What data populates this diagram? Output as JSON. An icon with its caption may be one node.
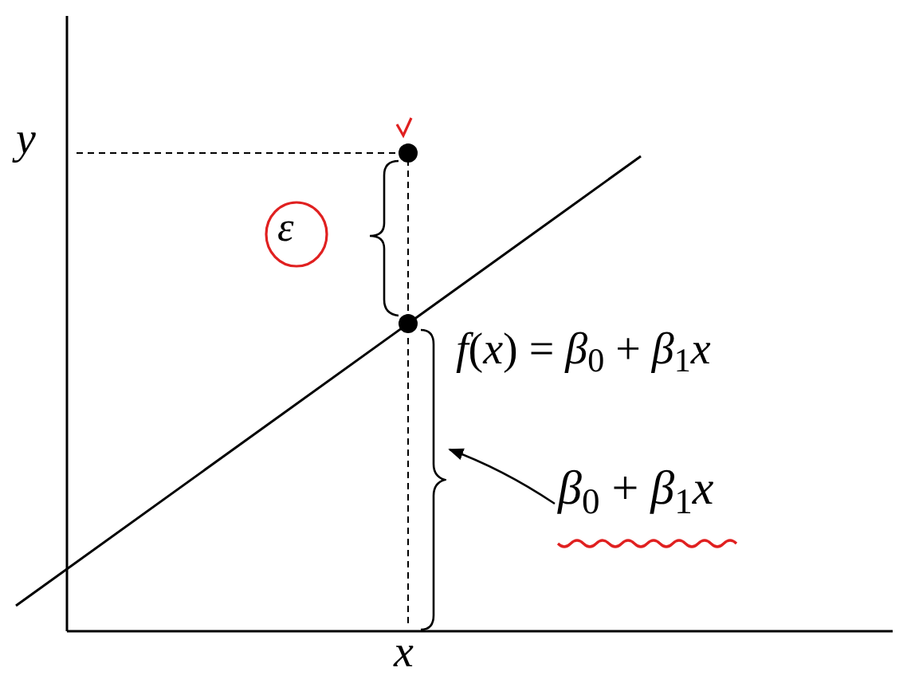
{
  "diagram": {
    "nodes": [
      {
        "text": [
          "*β*$_{0}$ + *β*$_{1}$*x*"
        ]
      },
      {
        "text": [],
        "shape": "brace"
      }
    ],
    "edges": [
      {
        "from": 0,
        "to": 1,
        "arrow": "to"
      }
    ],
    "labels": [
      "*y*",
      "ε",
      "*f*(*x*) = *β*$_{0}$ + *β*$_{1}$*x*",
      "*x*"
    ]
  }
}
